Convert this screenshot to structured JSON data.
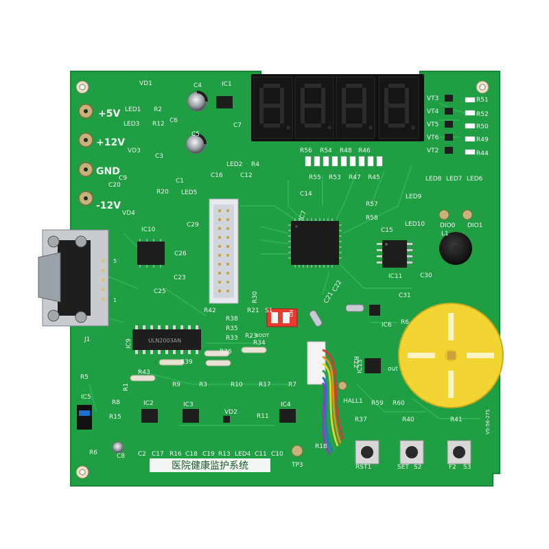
{
  "colors": {
    "board": "#1f9e43",
    "board_edge": "#178637",
    "trace": "#2fb454",
    "silk": "#f2f7f3",
    "ic": "#1e1e1e",
    "display": "#101010",
    "segment_off": "#2a2a2a",
    "header": "#e6e9ee",
    "wheel": "#f2d532",
    "pad": "#c9b27a",
    "resistor": "#e9e2d4",
    "connector_blue": "#1d6fd0",
    "header_white": "#f4f4f4"
  },
  "board": {
    "power_labels": [
      "+5V",
      "+12V",
      "GND",
      "-12V"
    ],
    "title_cn": "医院健康监护系统",
    "version_mark": "V5-56-275",
    "dip_switch_label": "BOOT",
    "dip_on_label": "ON",
    "dip_positions": [
      "1",
      "2"
    ],
    "db9_pin_labels": [
      "5",
      "1"
    ],
    "labels": {
      "vd1": "VD1",
      "c4": "C4",
      "ic1": "IC1",
      "led1": "LED1",
      "r2": "R2",
      "led3": "LED3",
      "r12": "R12",
      "c6": "C6",
      "c7": "C7",
      "c5": "C5",
      "vd3": "VD3",
      "c3": "C3",
      "c9": "C9",
      "c1": "C1",
      "c20": "C20",
      "r20": "R20",
      "led5": "LED5",
      "vd4": "VD4",
      "led2": "LED2",
      "r4": "R4",
      "c16": "C16",
      "c12": "C12",
      "c14": "C14",
      "ic7": "IC7",
      "ic10": "IC10",
      "c29": "C29",
      "c26": "C26",
      "c23": "C23",
      "c25": "C25",
      "j1": "J1",
      "r42": "R42",
      "r38": "R38",
      "r35": "R35",
      "r33": "R33",
      "r21": "R21",
      "r23": "R23",
      "r30": "R30",
      "s1": "S1",
      "ic9": "IC9",
      "r34": "R34",
      "r36": "R36",
      "r39": "R39",
      "r43": "R43",
      "r1": "R1",
      "r5": "R5",
      "ic5": "IC5",
      "r8": "R8",
      "r15": "R15",
      "r6": "R6",
      "c8": "C8",
      "ic2": "IC2",
      "r9": "R9",
      "r3": "R3",
      "ic3": "IC3",
      "r10": "R10",
      "r17": "R17",
      "r7": "R7",
      "vd2": "VD2",
      "r11": "R11",
      "ic4": "IC4",
      "r18": "R18",
      "tp3": "TP3",
      "c2": "C2",
      "c17": "C17",
      "r16": "R16",
      "c18": "C18",
      "c19": "C19",
      "r13": "R13",
      "led4": "LED4",
      "c11": "C11",
      "c10": "C10",
      "r56": "R56",
      "r54": "R54",
      "r48": "R48",
      "r46": "R46",
      "r55": "R55",
      "r53": "R53",
      "r47": "R47",
      "r45": "R45",
      "vt3": "VT3",
      "vt4": "VT4",
      "vt5": "VT5",
      "vt6": "VT6",
      "vt2": "VT2",
      "r51": "R51",
      "r52": "R52",
      "r50": "R50",
      "r49": "R49",
      "r44": "R44",
      "led8": "LED8",
      "led7": "LED7",
      "led6": "LED6",
      "r57": "R57",
      "led9": "LED9",
      "r58": "R58",
      "led10": "LED10",
      "c15": "C15",
      "dio0": "DIO0",
      "dio1": "DIO1",
      "l1": "L1",
      "ic11": "IC11",
      "c30": "C30",
      "c21": "C21",
      "c22": "C22",
      "c31": "C31",
      "ic6": "IC6",
      "r6x": "R6",
      "r22": "R22",
      "ic13": "IC13",
      "out": "out",
      "hall1": "HALL1",
      "r59": "R59",
      "r60": "R60",
      "r37": "R37",
      "r40": "R40",
      "r41": "R41",
      "rst1": "RST1",
      "set": "SET",
      "s2": "S2",
      "f2": "F2",
      "s3": "S3",
      "ic9_part": "ULN2003AN"
    }
  }
}
